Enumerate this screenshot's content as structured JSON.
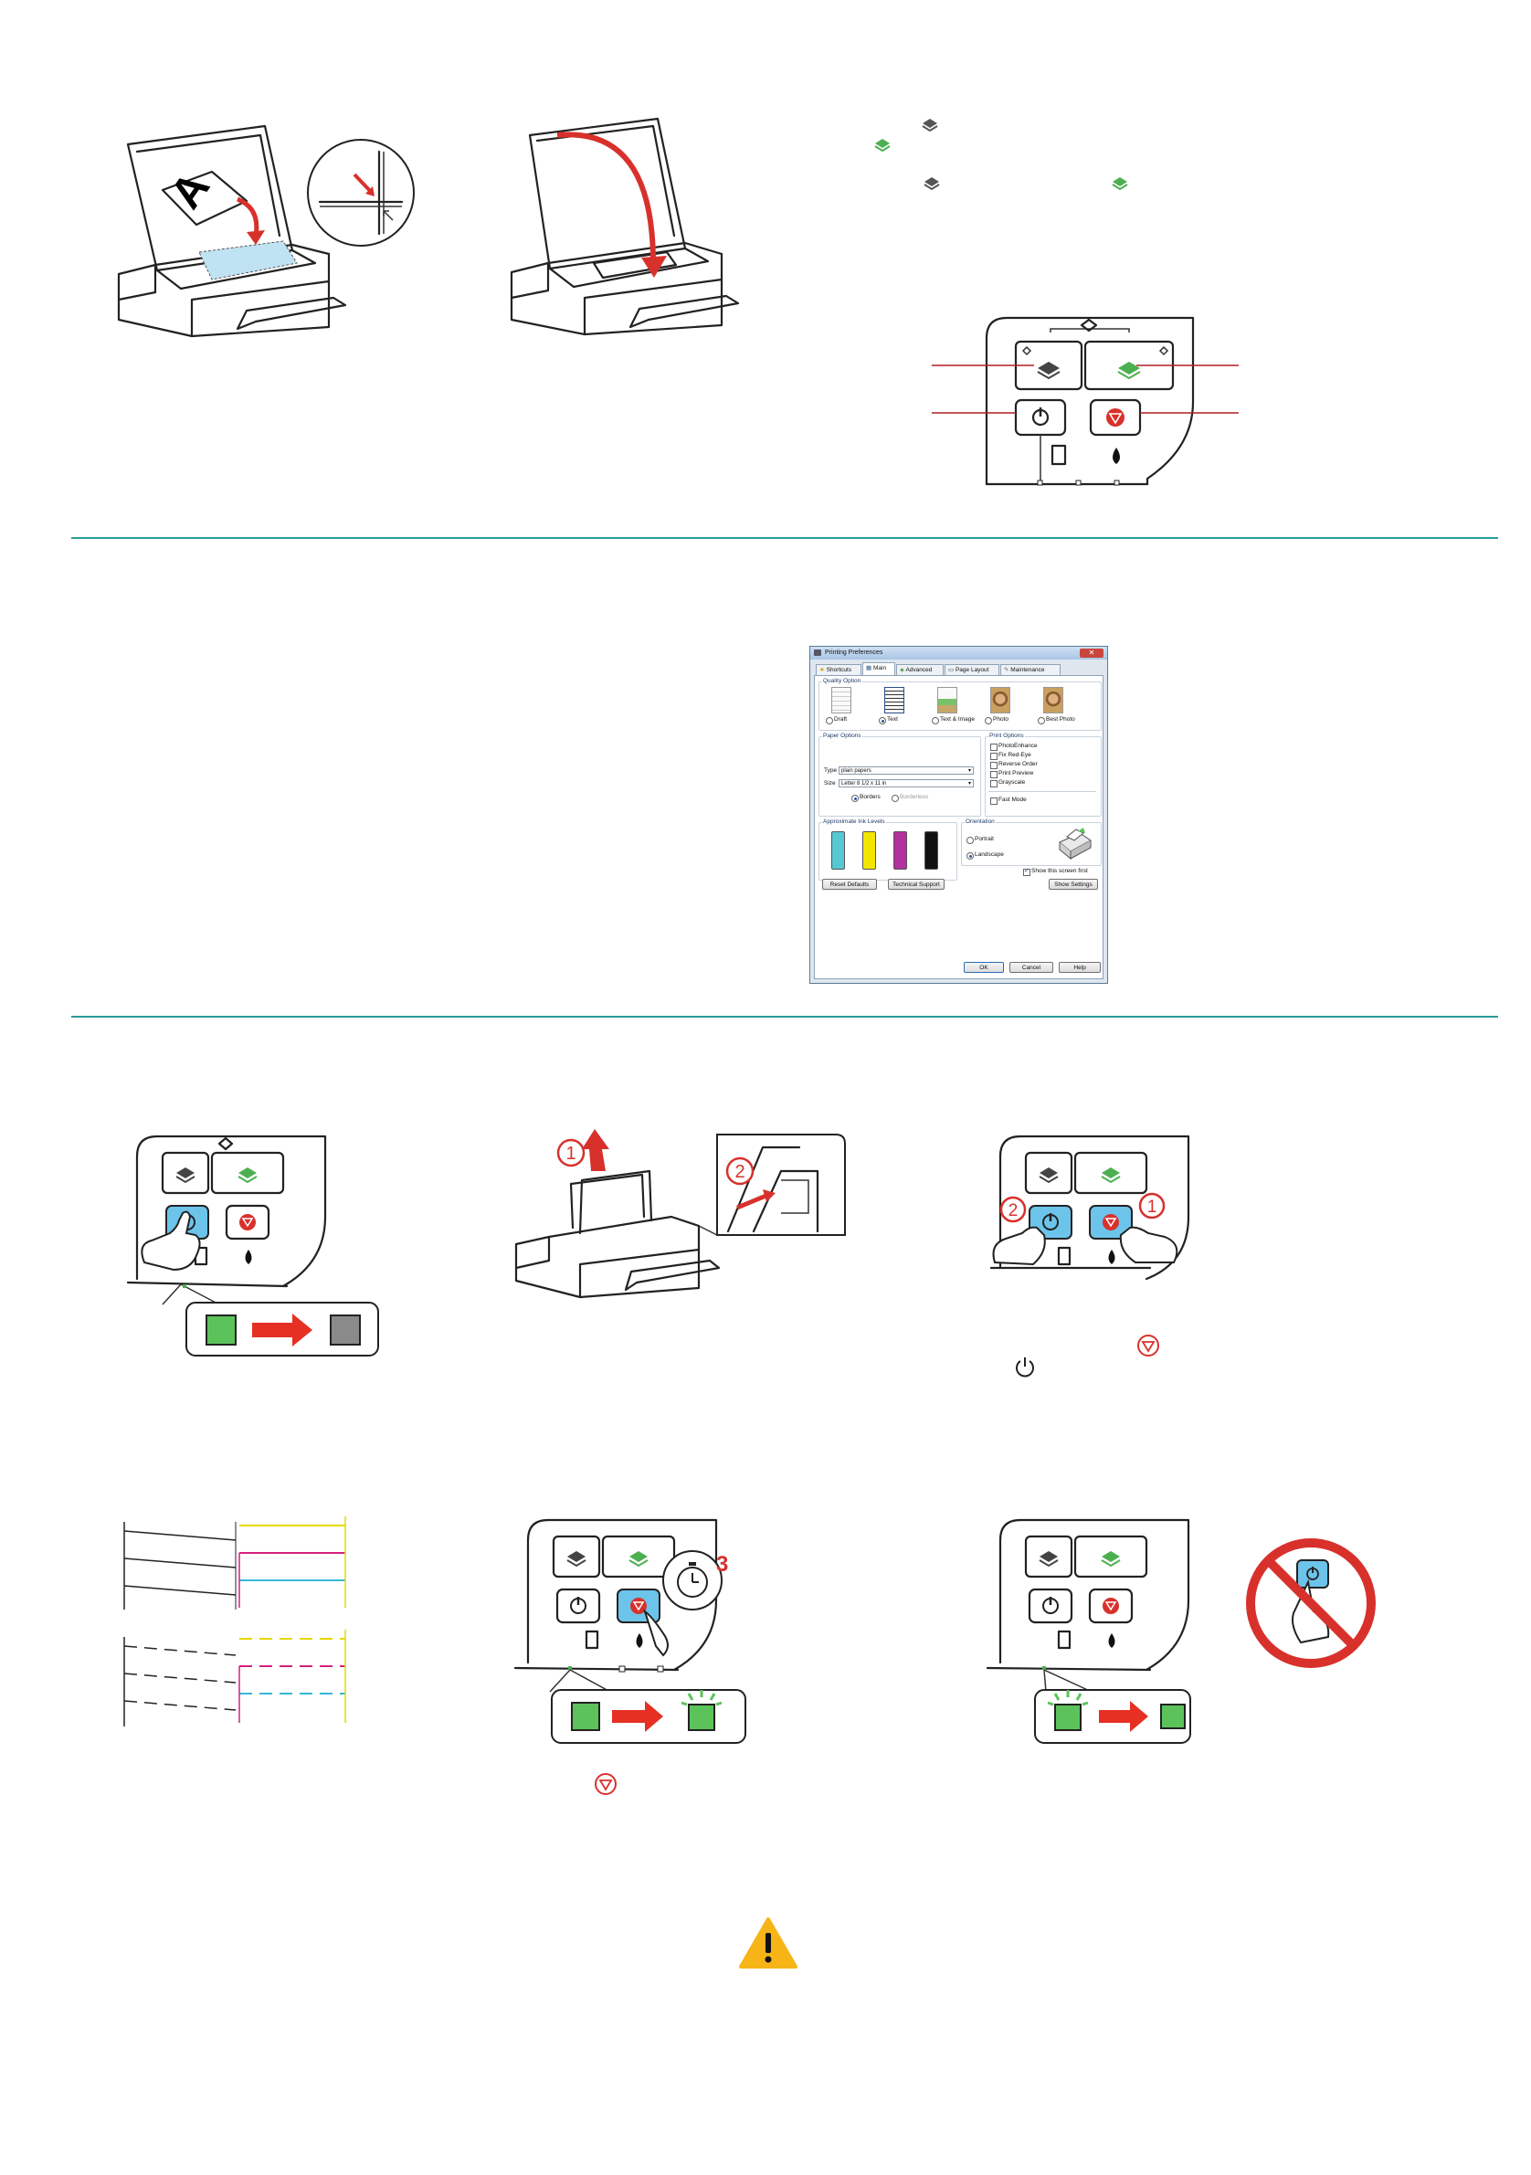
{
  "dialog": {
    "title": "Printing Preferences",
    "close": "✕",
    "tabs": [
      "Shortcuts",
      "Main",
      "Advanced",
      "Page Layout",
      "Maintenance"
    ],
    "quality": {
      "group": "Quality Option",
      "options": [
        "Draft",
        "Text",
        "Text & Image",
        "Photo",
        "Best Photo"
      ],
      "selected": "Text"
    },
    "paper": {
      "group": "Paper Options",
      "type_label": "Type",
      "type_value": "plain papers",
      "size_label": "Size",
      "size_value": "Letter 8 1/2 x 11 in",
      "borders": "Borders",
      "borderless": "Borderless"
    },
    "print_options": {
      "group": "Print Options",
      "items": [
        "PhotoEnhance",
        "Fix Red-Eye",
        "Reverse Order",
        "Print Preview",
        "Grayscale"
      ],
      "fast_mode": "Fast Mode"
    },
    "ink": {
      "group": "Approximate Ink Levels",
      "colors": [
        "#56c8d2",
        "#f2e600",
        "#b4309c",
        "#111111"
      ]
    },
    "orientation": {
      "group": "Orientation",
      "portrait": "Portrait",
      "landscape": "Landscape"
    },
    "show_first": "Show this screen first",
    "buttons": {
      "reset": "Reset Defaults",
      "tech": "Technical Support",
      "show_settings": "Show Settings",
      "ok": "OK",
      "cancel": "Cancel",
      "help": "Help"
    }
  },
  "callouts": {
    "one": "1",
    "two": "2",
    "three": "3"
  },
  "colors": {
    "accent_rule": "#2a9d9b",
    "stop_red": "#d8312c",
    "copy_green": "#4caf50",
    "button_blue": "#6cc4ea",
    "light_green": "#5cc35a",
    "warning_yellow": "#f6b417"
  }
}
